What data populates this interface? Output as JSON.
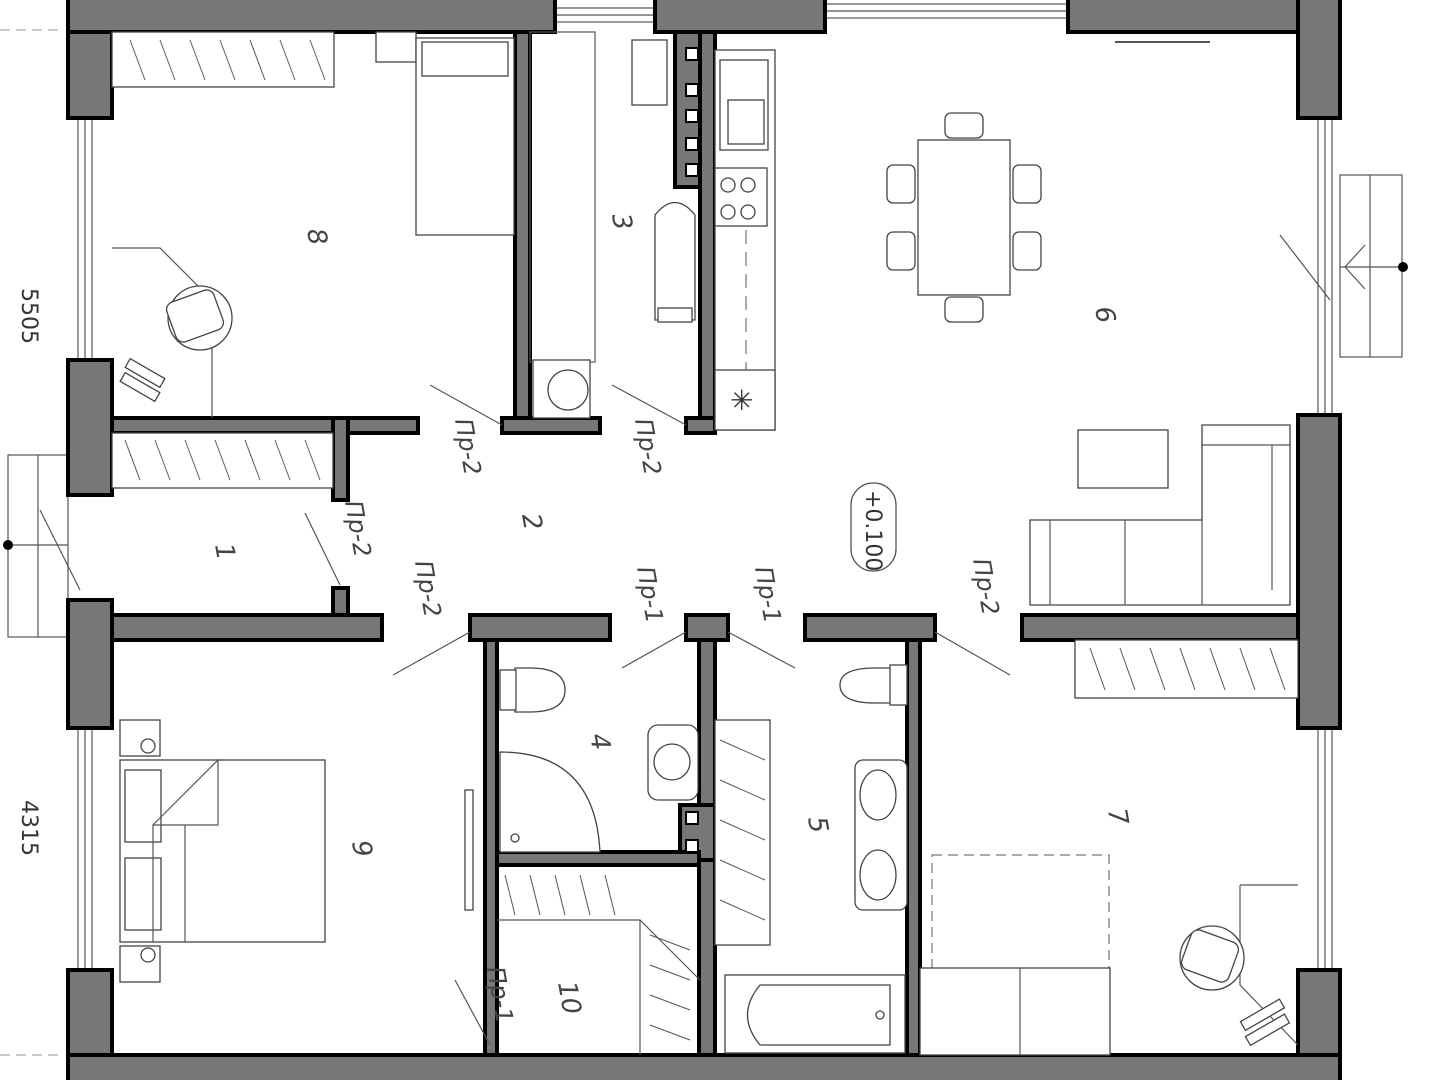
{
  "plan": {
    "elevation_mark": "+0.100",
    "dimensions": [
      "5505",
      "4315"
    ],
    "rooms": [
      {
        "number": "1"
      },
      {
        "number": "2"
      },
      {
        "number": "3"
      },
      {
        "number": "4"
      },
      {
        "number": "5"
      },
      {
        "number": "6"
      },
      {
        "number": "7"
      },
      {
        "number": "8"
      },
      {
        "number": "9"
      },
      {
        "number": "10"
      }
    ],
    "doors": {
      "type1": "Пр-1",
      "type2": "Пр-2"
    }
  }
}
